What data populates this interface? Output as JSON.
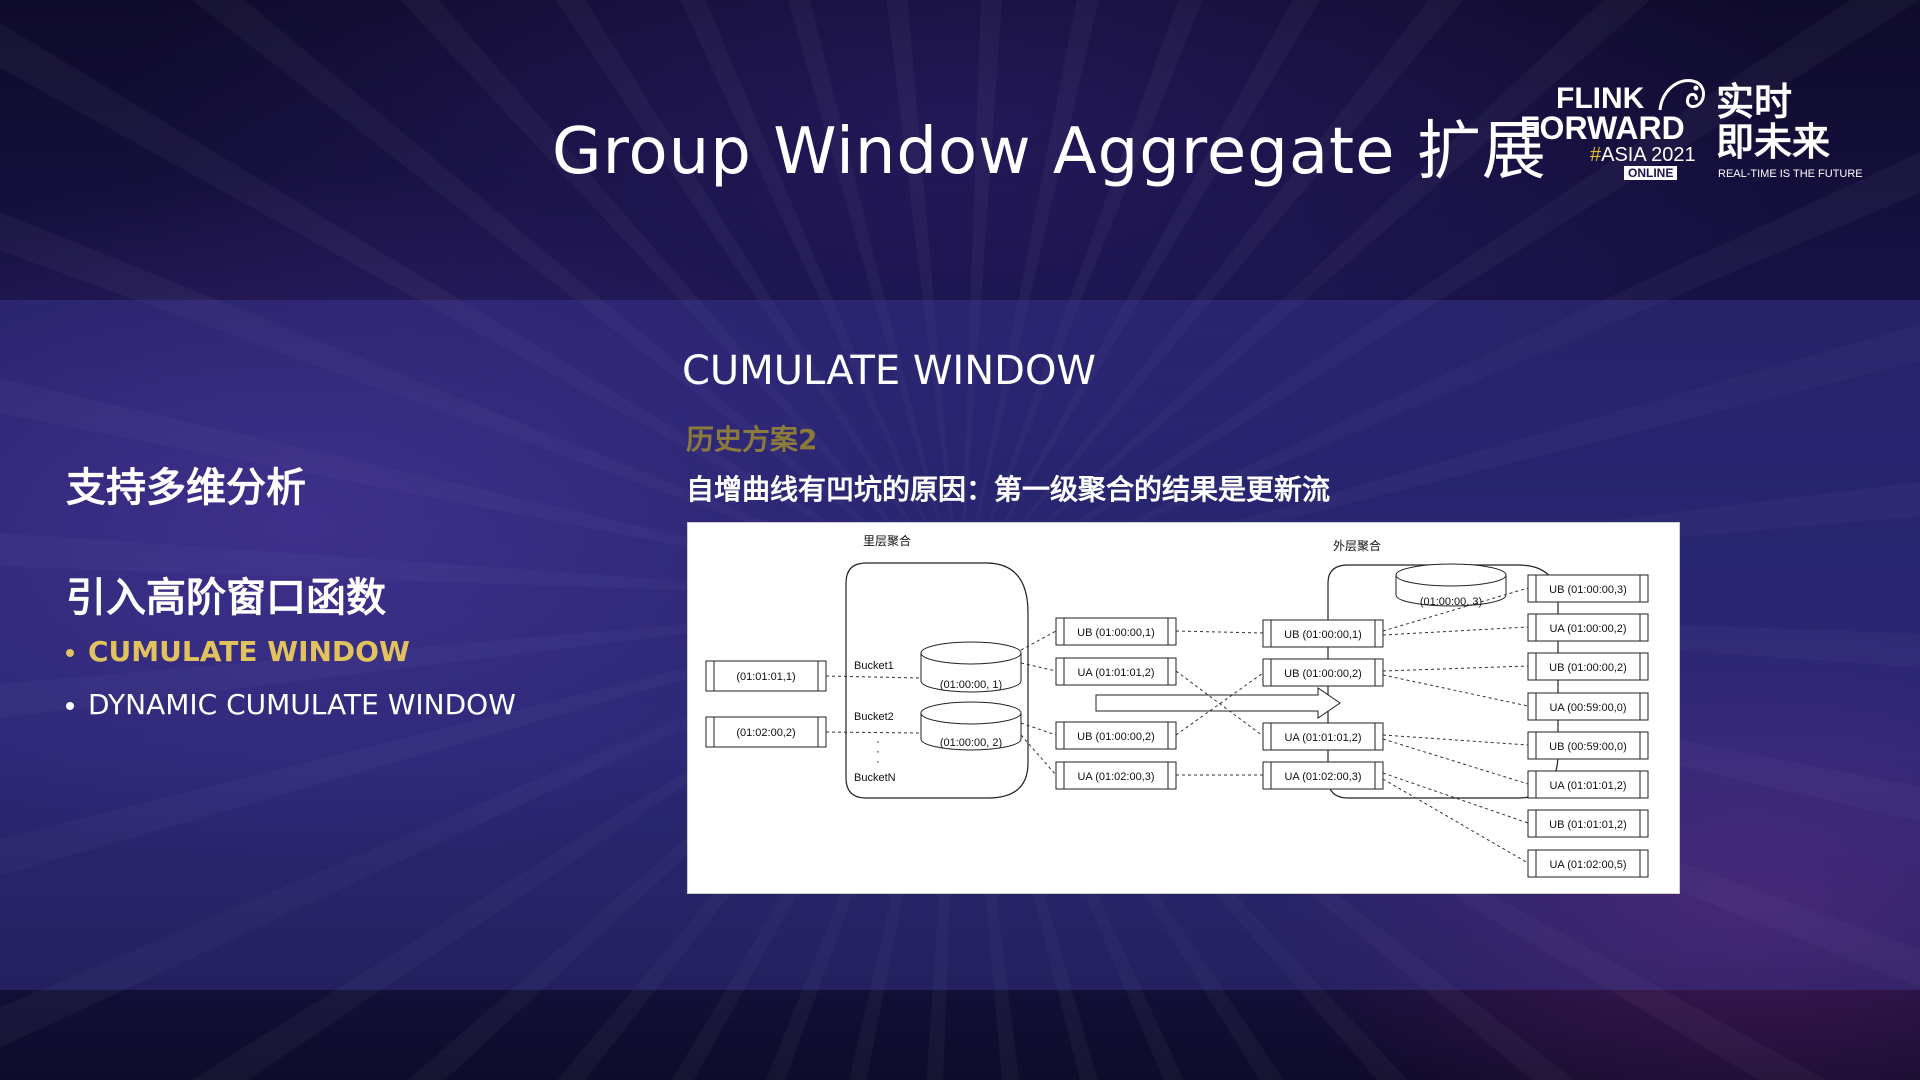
{
  "title": "Group Window Aggregate 扩展",
  "logo": {
    "flink": "FLINK",
    "forward": "FORWARD",
    "hash": "#",
    "asia": "ASIA 2021",
    "online": "ONLINE",
    "cn_line1": "实时",
    "cn_line2": "即未来",
    "tagline": "REAL-TIME IS THE FUTURE",
    "accent_color": "#e6b833"
  },
  "left_panel": {
    "heading1": "支持多维分析",
    "heading2": "引入高阶窗口函数",
    "items": [
      {
        "label": "CUMULATE WINDOW",
        "active": true
      },
      {
        "label": "DYNAMIC CUMULATE WINDOW",
        "active": false
      }
    ]
  },
  "section": {
    "title": "CUMULATE WINDOW",
    "subtitle_history": "历史方案2",
    "subtitle_reason": "自增曲线有凹坑的原因：第一级聚合的结果是更新流"
  },
  "diagram": {
    "inner_label": "里层聚合",
    "outer_label": "外层聚合",
    "inputs": [
      "(01:01:01,1)",
      "(01:02:00,2)"
    ],
    "buckets": [
      "Bucket1",
      "Bucket2",
      "BucketN"
    ],
    "inner_states": [
      "(01:00:00, 1)",
      "(01:00:00, 2)"
    ],
    "inner_outputs": [
      "UB (01:00:00,1)",
      "UA (01:01:01,2)",
      "UB (01:00:00,2)",
      "UA (01:02:00,3)"
    ],
    "outer_inputs": [
      "UB (01:00:00,1)",
      "UB (01:00:00,2)",
      "UA (01:01:01,2)",
      "UA (01:02:00,3)"
    ],
    "outer_state": "(01:00:00, 3)",
    "final_outputs": [
      "UB (01:00:00,3)",
      "UA (01:00:00,2)",
      "UB (01:00:00,2)",
      "UA (00:59:00,0)",
      "UB (00:59:00,0)",
      "UA (01:01:01,2)",
      "UB (01:01:01,2)",
      "UA (01:02:00,5)"
    ]
  },
  "colors": {
    "active_item": "#e2c25c",
    "history_subtitle": "#8a7a3c"
  }
}
